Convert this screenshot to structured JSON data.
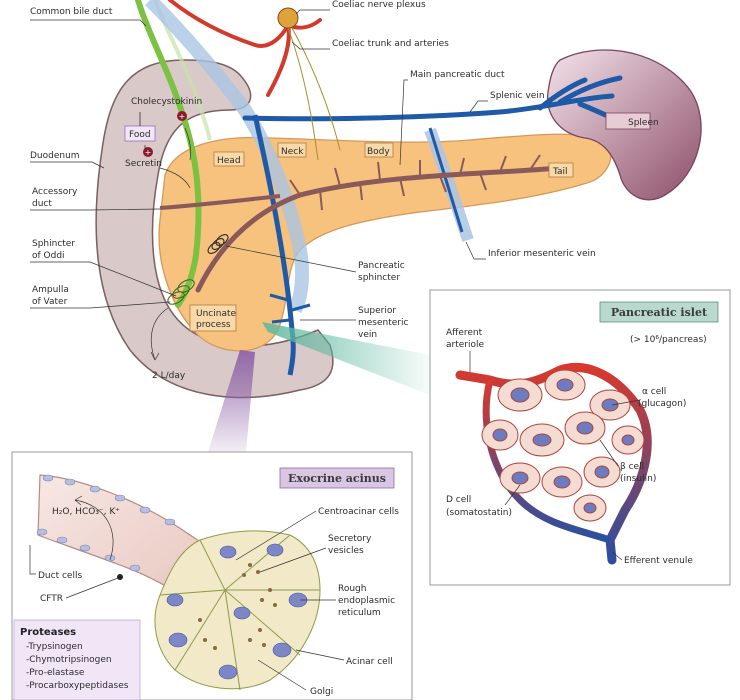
{
  "labels": {
    "common_bile_duct": "Common bile duct",
    "coeliac_nerve_plexus": "Coeliac nerve plexus",
    "coeliac_trunk": "Coeliac trunk and arteries",
    "main_pancreatic_duct": "Main pancreatic duct",
    "splenic_vein": "Splenic vein",
    "spleen": "Spleen",
    "cholecystokinin": "Cholecystokinin",
    "food": "Food",
    "secretin": "Secretin",
    "duodenum": "Duodenum",
    "head": "Head",
    "neck": "Neck",
    "body": "Body",
    "tail": "Tail",
    "accessory_duct_1": "Accessory",
    "accessory_duct_2": "duct",
    "sphincter_oddi_1": "Sphincter",
    "sphincter_oddi_2": "of Oddi",
    "ampulla_1": "Ampulla",
    "ampulla_2": "of Vater",
    "inferior_mesenteric_vein": "Inferior mesenteric vein",
    "pancreatic_sphincter_1": "Pancreatic",
    "pancreatic_sphincter_2": "sphincter",
    "uncinate_1": "Uncinate",
    "uncinate_2": "process",
    "sup_mesenteric_1": "Superior",
    "sup_mesenteric_2": "mesenteric",
    "sup_mesenteric_3": "vein",
    "volume": "2 L/day",
    "pancreatic_islet": "Pancreatic islet",
    "islet_count": "(> 10⁶/pancreas)",
    "afferent_1": "Afferent",
    "afferent_2": "arteriole",
    "alpha_1": "α cell",
    "alpha_2": "(glucagon)",
    "beta_1": "β cell",
    "beta_2": "(insulin)",
    "d_cell_1": "D cell",
    "d_cell_2": "(somatostatin)",
    "efferent": "Efferent venule",
    "exocrine_acinus": "Exocrine acinus",
    "secretion": "H₂O, HCO₃⁻, K⁺",
    "centroacinar": "Centroacinar cells",
    "secretory_1": "Secretory",
    "secretory_2": "vesicles",
    "rough_1": "Rough",
    "rough_2": "endoplasmic",
    "rough_3": "reticulum",
    "duct_cells": "Duct cells",
    "cftr": "CFTR",
    "acinar_cell": "Acinar cell",
    "golgi": "Golgi",
    "proteases": "Proteases",
    "trypsinogen": "-Trypsinogen",
    "chymotrypsinogen": "-Chymotripsinogen",
    "pro_elastase": "-Pro-elastase",
    "procarboxy": "-Procarboxypeptidases"
  },
  "colors": {
    "pancreas": "#f6c27e",
    "duodenum": "#d9c9c9",
    "vein": "#1e5aa8",
    "artery": "#d23a2c",
    "bile_duct": "#7cc242",
    "pancreatic_duct": "#8a5a5a",
    "islet_title_bg": "#b9d9cf",
    "acinus_title_bg": "#d9c6e3"
  }
}
